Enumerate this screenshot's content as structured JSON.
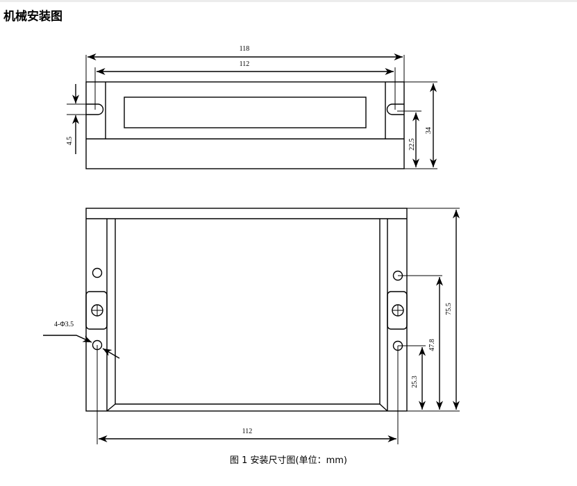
{
  "heading": "机械安装图",
  "drawing": {
    "dim_118": "118",
    "dim_112_top": "112",
    "dim_4_5": "4.5",
    "dim_22_5": "22.5",
    "dim_34": "34",
    "dim_75_5": "75.5",
    "dim_47_8": "47.8",
    "dim_25_3": "25.3",
    "dim_112_bottom": "112",
    "hole_callout": "4-Φ3.5"
  },
  "caption": "图 1   安装尺寸图(单位：mm)"
}
